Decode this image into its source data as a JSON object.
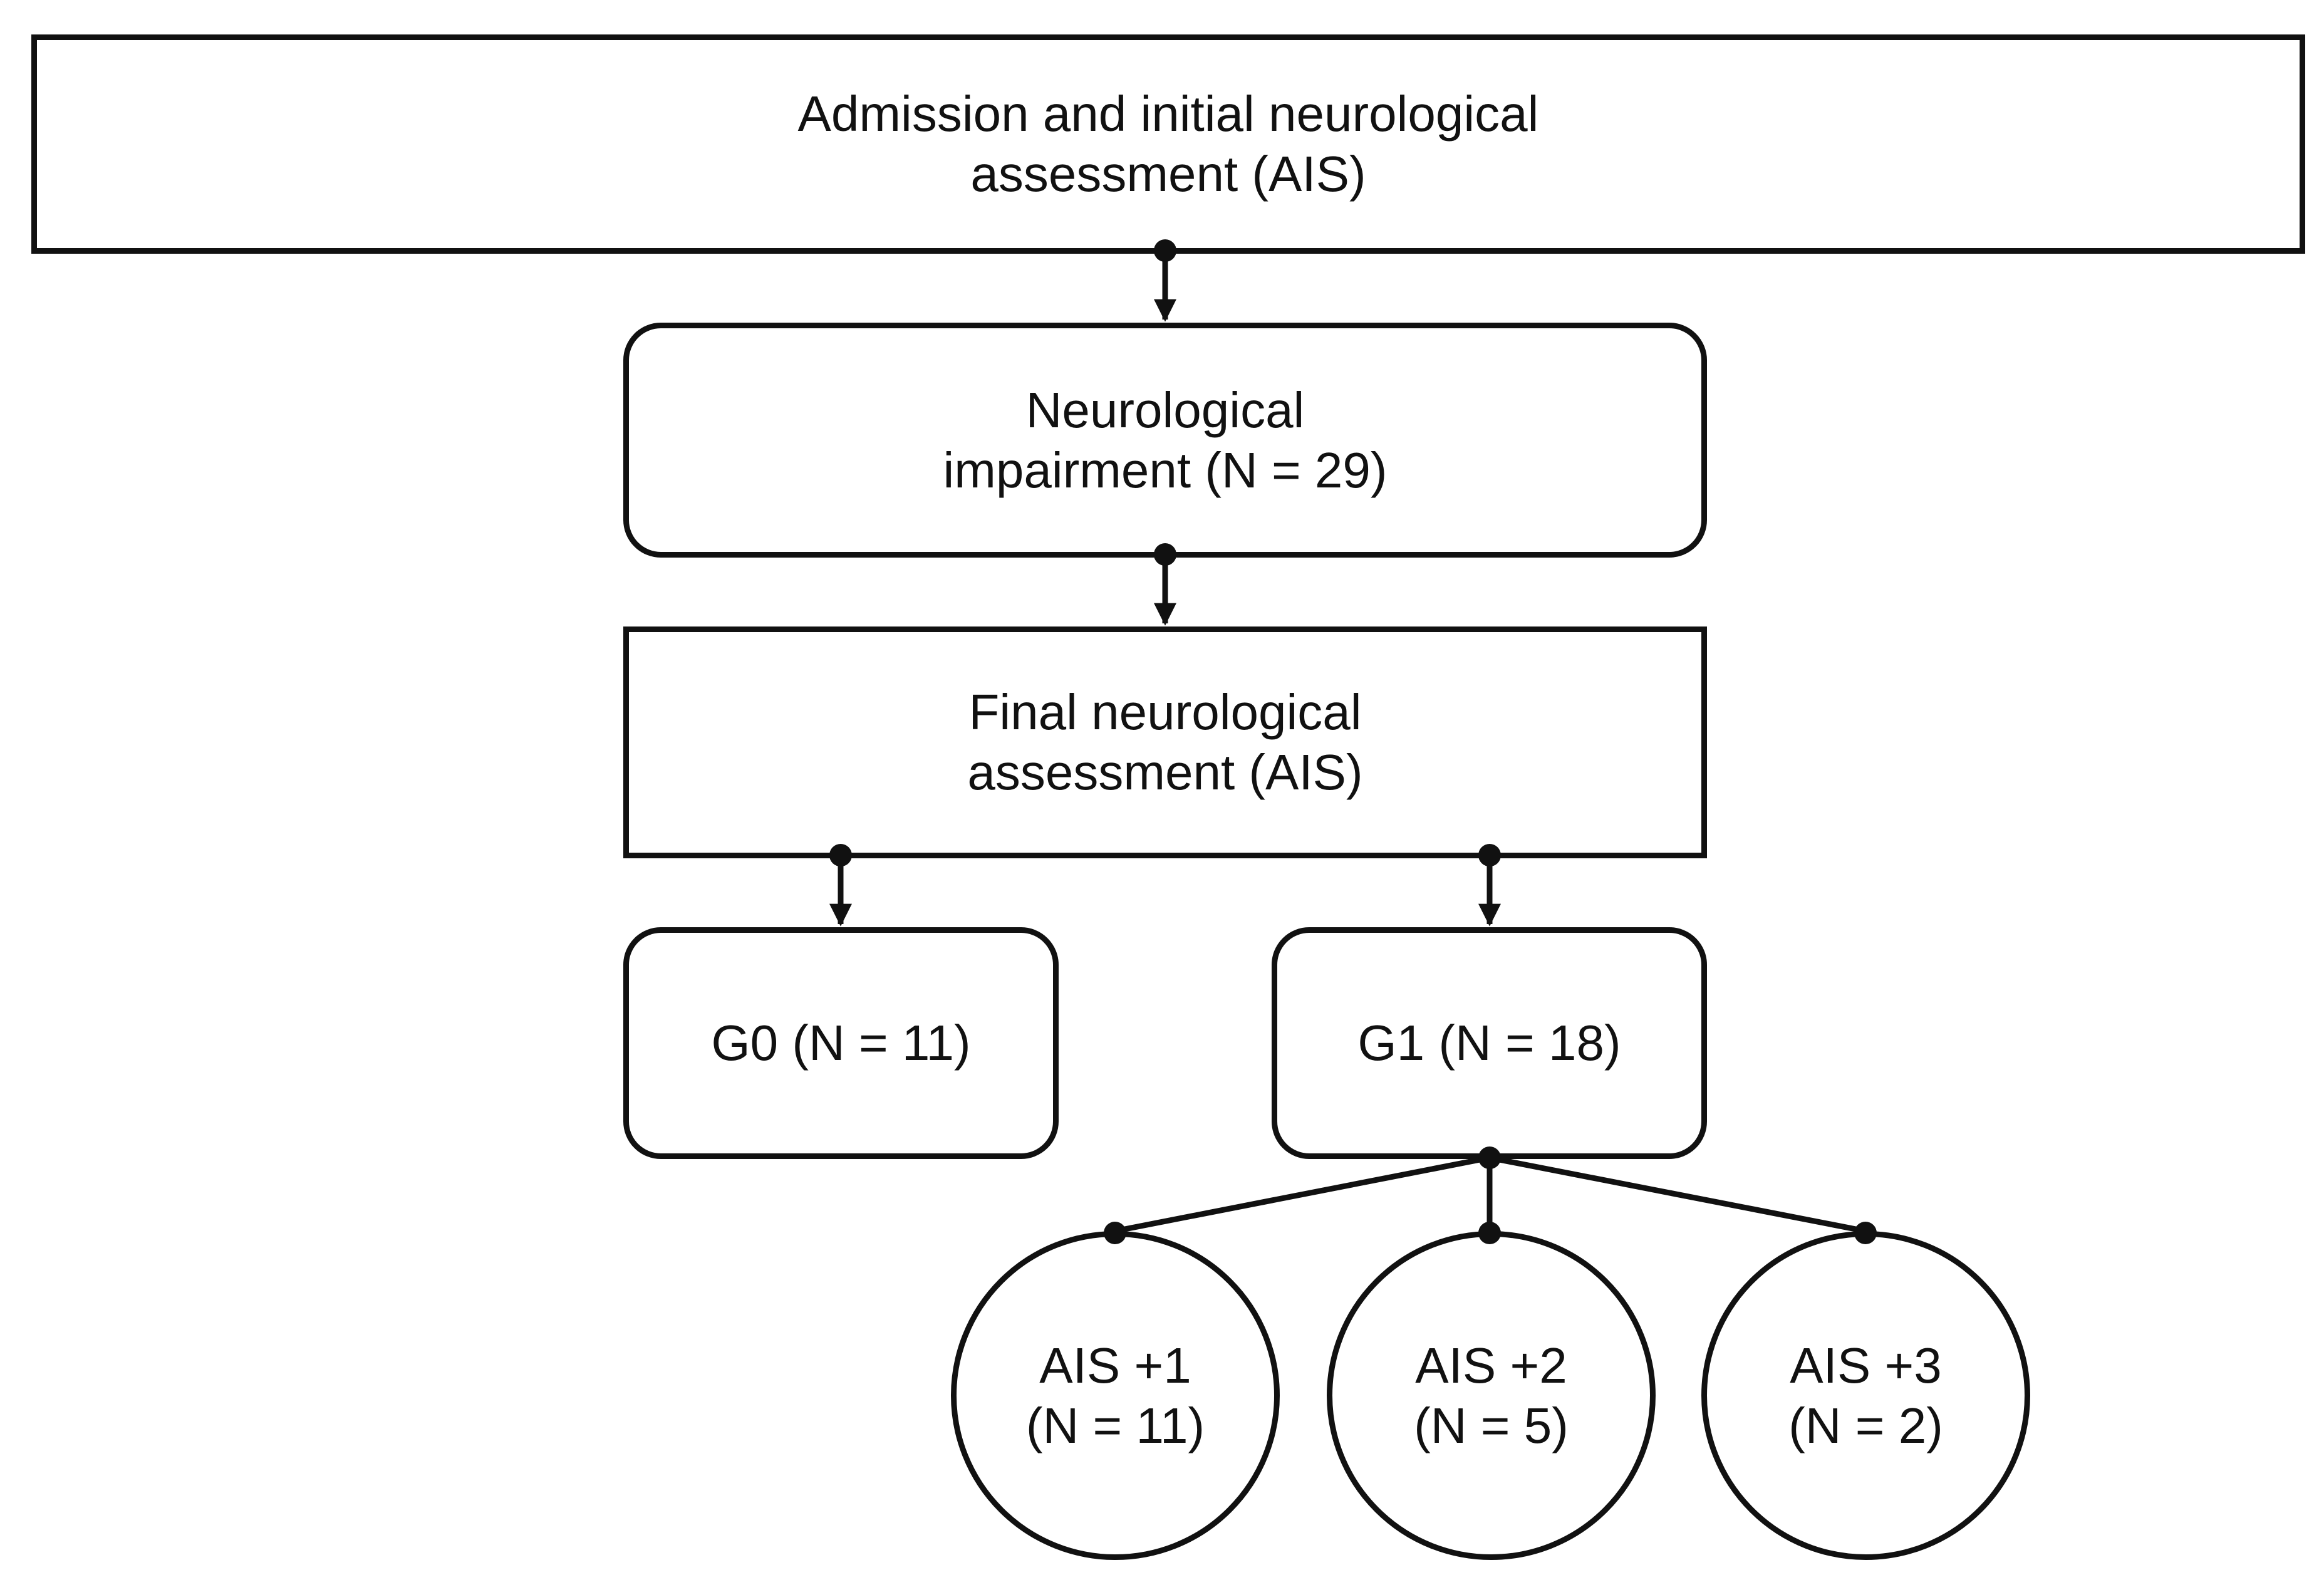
{
  "nodes": {
    "admission": "Admission and initial neurological\nassessment (AIS)",
    "impairment": "Neurological\nimpairment (N = 29)",
    "final": "Final neurological\nassessment (AIS)",
    "g0": "G0 (N = 11)",
    "g1": "G1 (N = 18)",
    "ais1": "AIS +1\n(N = 11)",
    "ais2": "AIS +2\n(N = 5)",
    "ais3": "AIS +3\n(N = 2)"
  },
  "colors": {
    "stroke": "#111111",
    "background": "#ffffff"
  }
}
